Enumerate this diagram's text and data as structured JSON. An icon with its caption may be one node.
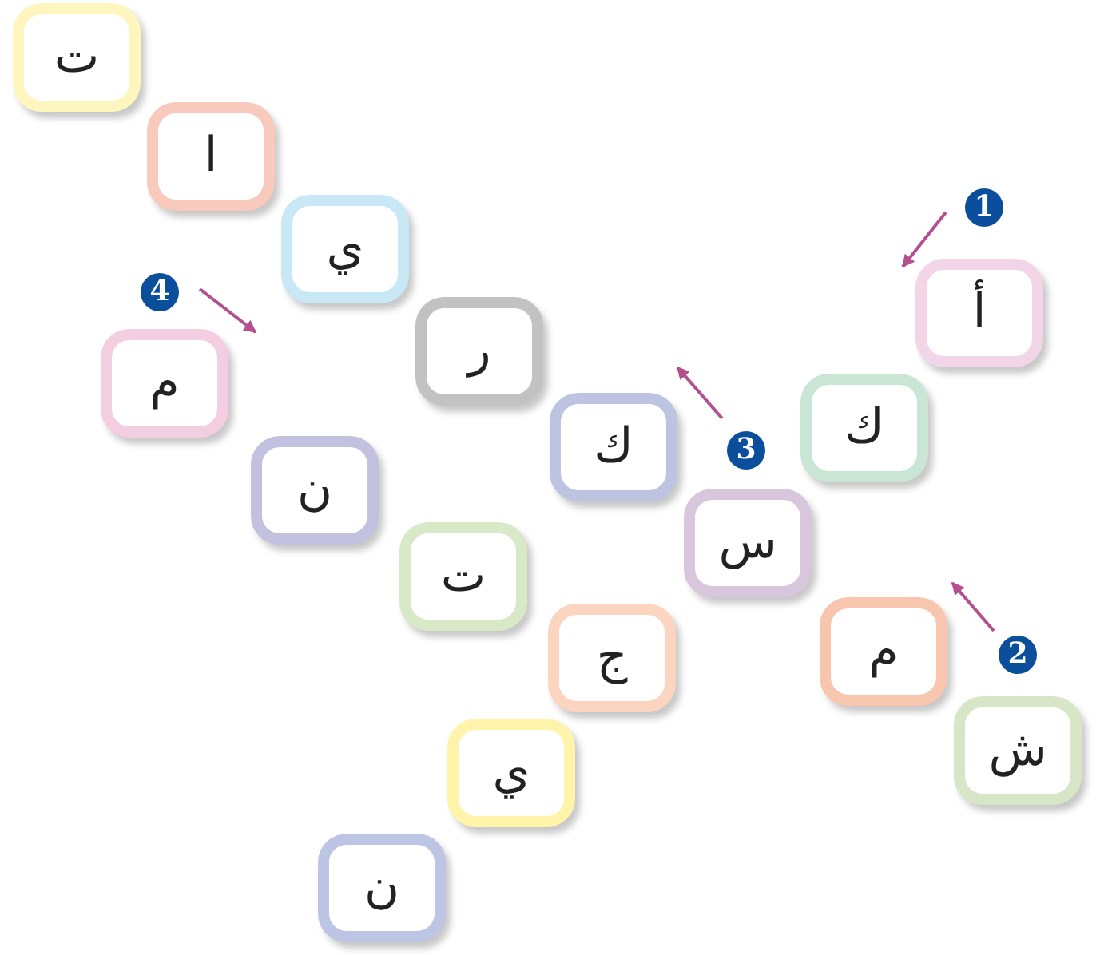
{
  "diagram": {
    "nodes": [
      {
        "text": [
          "ت"
        ]
      },
      {
        "text": [
          "ا"
        ]
      },
      {
        "text": [
          "ي"
        ]
      },
      {
        "text": [
          "أ"
        ]
      },
      {
        "text": [
          "ر"
        ]
      },
      {
        "text": [
          "م"
        ]
      },
      {
        "text": [
          "ك"
        ]
      },
      {
        "text": [
          "ك"
        ]
      },
      {
        "text": [
          "ن"
        ]
      },
      {
        "text": [
          "س"
        ]
      },
      {
        "text": [
          "ت"
        ]
      },
      {
        "text": [
          "م"
        ]
      },
      {
        "text": [
          "ج"
        ]
      },
      {
        "text": [
          "ش"
        ]
      },
      {
        "text": [
          "ي"
        ]
      },
      {
        "text": [
          "ن"
        ]
      }
    ],
    "labels": [
      "1",
      "4",
      "3",
      "2"
    ]
  }
}
